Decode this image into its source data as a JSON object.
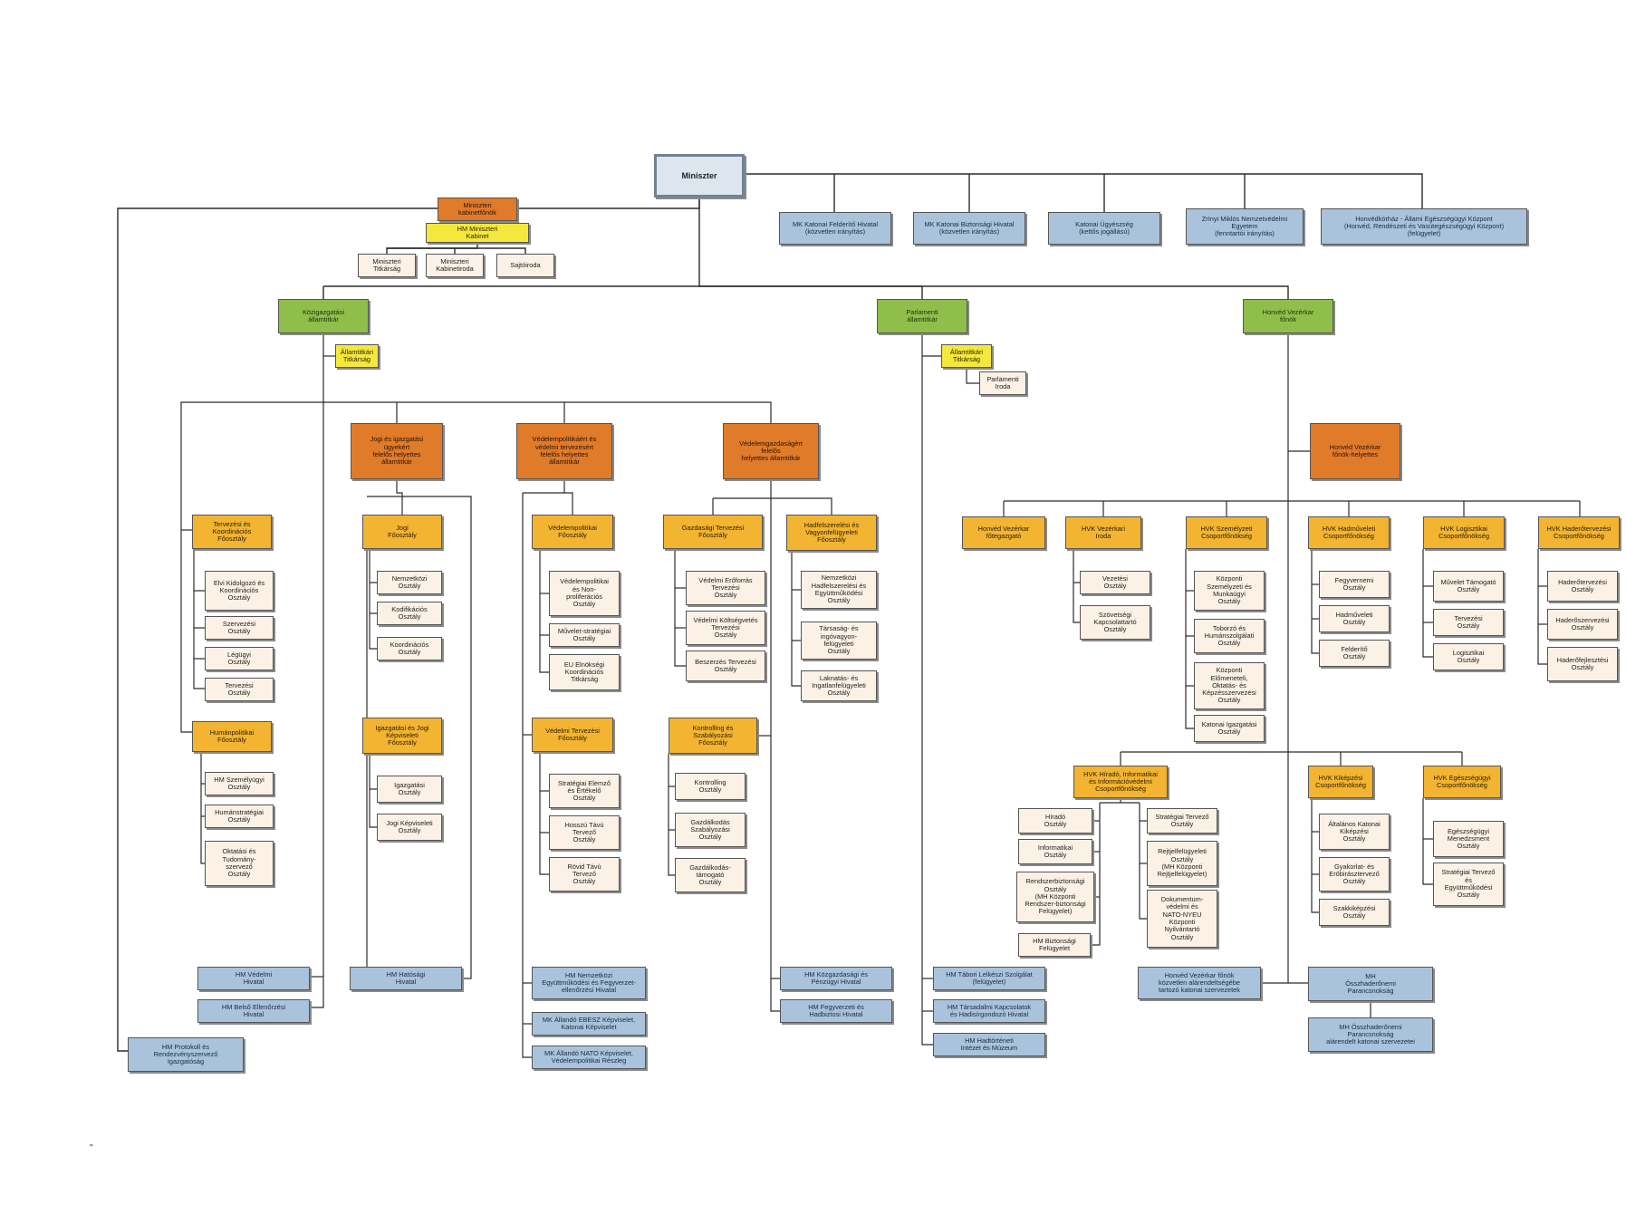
{
  "nodes": [
    {
      "id": "miniszter",
      "label": "Miniszter",
      "type": "top"
    },
    {
      "id": "kabinetfonok",
      "label": "Miniszteri\nkabinetfőnök",
      "type": "orange"
    },
    {
      "id": "hmkabinet",
      "label": "HM Miniszteri\nKabinet",
      "type": "yellow"
    },
    {
      "id": "mintitkarsag",
      "label": "Miniszteri\nTitkárság",
      "type": "light"
    },
    {
      "id": "minkabiroda",
      "label": "Miniszteri\nKabinetiroda",
      "type": "light"
    },
    {
      "id": "sajtoiroda",
      "label": "Sajtóiroda",
      "type": "light"
    },
    {
      "id": "mkkfh",
      "label": "MK Katonai Felderítő Hivatal\n(közvetlen irányítás)",
      "type": "blue"
    },
    {
      "id": "mkkbh",
      "label": "MK Katonai Biztonsági Hivatal\n(közvetlen irányítás)",
      "type": "blue"
    },
    {
      "id": "ugyeszseg",
      "label": "Katonai Ügyészség\n(kettős jogállású)",
      "type": "blue"
    },
    {
      "id": "zmne",
      "label": "Zrínyi Miklós Nemzetvédelmi\nEgyetem\n(fenntartói irányítás)",
      "type": "blue"
    },
    {
      "id": "honvedkorhaz",
      "label": "Honvédkórház - Állami Egészségügyi Központ\n(Honvéd, Rendészeti és Vasútegészségügyi Központ)\n(felügyelet)",
      "type": "blue"
    },
    {
      "id": "kozig",
      "label": "Közigazgatási\nállamtitkár",
      "type": "green"
    },
    {
      "id": "parl",
      "label": "Parlamenti\nállamtitkár",
      "type": "green"
    },
    {
      "id": "hvkf",
      "label": "Honvéd Vezérkar\nfőnök",
      "type": "green"
    },
    {
      "id": "kozig_titk",
      "label": "Államtitkári\nTitkárság",
      "type": "yellow"
    },
    {
      "id": "parl_titk",
      "label": "Államtitkári\nTitkárság",
      "type": "yellow"
    },
    {
      "id": "parl_iroda",
      "label": "Parlamenti\nIroda",
      "type": "light"
    },
    {
      "id": "jogi_hat",
      "label": "Jogi és igazgatási\nügyekért\nfelelős helyettes\nállamtitkár",
      "type": "orange"
    },
    {
      "id": "vedpol_hat",
      "label": "Védelempolitikáért és\nvédelmi tervezésért\nfelelős helyettes\nállamtitkár",
      "type": "orange"
    },
    {
      "id": "vedgazd_hat",
      "label": "Védelemgazdaságért\nfelelős\nhelyettes államtitkár",
      "type": "orange"
    },
    {
      "id": "hvkf_h",
      "label": "Honvéd Vezérkar\nfőnök-helyettes",
      "type": "orange"
    },
    {
      "id": "tervezesi_fo",
      "label": "Tervezési és\nKoordinációs\nFőosztály",
      "type": "gold"
    },
    {
      "id": "k1",
      "label": "Elvi Kidolgozó és\nKoordinációs\nOsztály",
      "type": "light"
    },
    {
      "id": "k2",
      "label": "Szervezési\nOsztály",
      "type": "light"
    },
    {
      "id": "k3",
      "label": "Légügyi\nOsztály",
      "type": "light"
    },
    {
      "id": "k4",
      "label": "Tervezési\nOsztály",
      "type": "light"
    },
    {
      "id": "human_fo",
      "label": "Humánpolitikai\nFőosztály",
      "type": "gold"
    },
    {
      "id": "h1",
      "label": "HM Személyügyi\nOsztály",
      "type": "light"
    },
    {
      "id": "h2",
      "label": "Humánstratégiai\nOsztály",
      "type": "light"
    },
    {
      "id": "h3",
      "label": "Oktatási és\nTudomány-\nszervező\nOsztály",
      "type": "light"
    },
    {
      "id": "jogi_fo",
      "label": "Jogi\nFőosztály",
      "type": "gold"
    },
    {
      "id": "j1",
      "label": "Nemzetközi\nOsztály",
      "type": "light"
    },
    {
      "id": "j2",
      "label": "Kodifikációs\nOsztály",
      "type": "light"
    },
    {
      "id": "j3",
      "label": "Koordinációs\nOsztály",
      "type": "light"
    },
    {
      "id": "igazg_fo",
      "label": "Igazgatási és Jogi\nKépviseleti\nFőosztály",
      "type": "gold"
    },
    {
      "id": "i1",
      "label": "Igazgatási\nOsztály",
      "type": "light"
    },
    {
      "id": "i2",
      "label": "Jogi Képviseleti\nOsztály",
      "type": "light"
    },
    {
      "id": "vedpol_fo",
      "label": "Védelempolitikai\nFőosztály",
      "type": "gold"
    },
    {
      "id": "v1",
      "label": "Védelempolitikai\nés Non-\nproliferációs\nOsztály",
      "type": "light"
    },
    {
      "id": "v2",
      "label": "Művelet-stratégiai\nOsztály",
      "type": "light"
    },
    {
      "id": "v3",
      "label": "EU Elnökségi\nKoordinációs\nTitkárság",
      "type": "light"
    },
    {
      "id": "vedterv_fo",
      "label": "Védelmi Tervezési\nFőosztály",
      "type": "gold"
    },
    {
      "id": "t1",
      "label": "Stratégiai Elemző\nés Értékelő\nOsztály",
      "type": "light"
    },
    {
      "id": "t2",
      "label": "Hosszú Távú\nTervező\nOsztály",
      "type": "light"
    },
    {
      "id": "t3",
      "label": "Rövid Távú\nTervező\nOsztály",
      "type": "light"
    },
    {
      "id": "gazd_fo",
      "label": "Gazdasági Tervezési\nFőosztály",
      "type": "gold"
    },
    {
      "id": "g1",
      "label": "Védelmi Erőforrás\nTervezési\nOsztály",
      "type": "light"
    },
    {
      "id": "g2",
      "label": "Védelmi Költségvetés\nTervezési\nOsztály",
      "type": "light"
    },
    {
      "id": "g3",
      "label": "Beszerzés Tervezési\nOsztály",
      "type": "light"
    },
    {
      "id": "kontr_fo",
      "label": "Kontrolling és\nSzabályozási\nFőosztály",
      "type": "gold"
    },
    {
      "id": "c1",
      "label": "Kontrolling\nOsztály",
      "type": "light"
    },
    {
      "id": "c2",
      "label": "Gazdálkodás\nSzabályozási\nOsztály",
      "type": "light"
    },
    {
      "id": "c3",
      "label": "Gazdálkodás-\ntámogató\nOsztály",
      "type": "light"
    },
    {
      "id": "hadfelsz_fo",
      "label": "Hadfelszerelési és\nVagyonfelügyeleti\nFőosztály",
      "type": "gold"
    },
    {
      "id": "f1",
      "label": "Nemzetközi\nHadfelszerelési és\nEgyüttműködési\nOsztály",
      "type": "light"
    },
    {
      "id": "f2",
      "label": "Társaság- és\ningóvagyon-\nfelügyeleti\nOsztály",
      "type": "light"
    },
    {
      "id": "f3",
      "label": "Laknatás- és\nIngatlanfelügyeleti\nOsztály",
      "type": "light"
    },
    {
      "id": "hv_tg",
      "label": "Honvéd Vezérkar\nfőtegazgató",
      "type": "gold"
    },
    {
      "id": "hvk_iroda",
      "label": "HVK Vezérkari\nIroda",
      "type": "gold"
    },
    {
      "id": "hvk_szem",
      "label": "HVK Személyzeti\nCsoportfőnökség",
      "type": "gold"
    },
    {
      "id": "hvk_hadm",
      "label": "HVK Hadműveleti\nCsoportfőnökség",
      "type": "gold"
    },
    {
      "id": "hvk_log",
      "label": "HVK Logisztikai\nCsoportfőnökség",
      "type": "gold"
    },
    {
      "id": "hvk_haderofejl",
      "label": "HVK Haderőtervezési\nCsoportfőnökség",
      "type": "gold"
    },
    {
      "id": "ir1",
      "label": "Vezetési\nOsztály",
      "type": "light"
    },
    {
      "id": "ir2",
      "label": "Szövetségi\nKapcsolattartó\nOsztály",
      "type": "light"
    },
    {
      "id": "sz1",
      "label": "Központi\nSzemélyzeti és\nMunkaügyi\nOsztály",
      "type": "light"
    },
    {
      "id": "sz2",
      "label": "Toborzó és\nHumánszolgálati\nOsztály",
      "type": "light"
    },
    {
      "id": "sz3",
      "label": "Központi\nElőmeneteli,\nOktatás- és\nKépzésszervezési\nOsztály",
      "type": "light"
    },
    {
      "id": "sz4",
      "label": "Katonai Igazgatási\nOsztály",
      "type": "light"
    },
    {
      "id": "hm1",
      "label": "Fegyvernemi\nOsztály",
      "type": "light"
    },
    {
      "id": "hm2",
      "label": "Hadműveleti\nOsztály",
      "type": "light"
    },
    {
      "id": "hm3",
      "label": "Felderítő\nOsztály",
      "type": "light"
    },
    {
      "id": "lo1",
      "label": "Művelet Támogató\nOsztály",
      "type": "light"
    },
    {
      "id": "lo2",
      "label": "Tervezési\nOsztály",
      "type": "light"
    },
    {
      "id": "lo3",
      "label": "Logisztikai\nOsztály",
      "type": "light"
    },
    {
      "id": "hf1",
      "label": "Haderőtervezési\nOsztály",
      "type": "light"
    },
    {
      "id": "hf2",
      "label": "Haderőszervezési\nOsztály",
      "type": "light"
    },
    {
      "id": "hf3",
      "label": "Haderőfejlesztési\nOsztály",
      "type": "light"
    },
    {
      "id": "hvk_hirado",
      "label": "HVK Híradó, Informatikai\nés Információvédelmi\nCsoportfőnökség",
      "type": "gold"
    },
    {
      "id": "hvk_kikepz",
      "label": "HVK Kiképzési\nCsoportfőnökség",
      "type": "gold"
    },
    {
      "id": "hvk_eu",
      "label": "HVK Egészségügyi\nCsoportfőnökség",
      "type": "gold"
    },
    {
      "id": "hi1",
      "label": "Híradó\nOsztály",
      "type": "light"
    },
    {
      "id": "hi2",
      "label": "Informatikai\nOsztály",
      "type": "light"
    },
    {
      "id": "hi3",
      "label": "Rendszerbiztonsági\nOsztály\n(MH Központi\nRendszer-biztonsági\nFelügyelet)",
      "type": "light"
    },
    {
      "id": "hi4",
      "label": "HM Biztonsági\nFelügyelet",
      "type": "light"
    },
    {
      "id": "hi5",
      "label": "Stratégiai Tervező\nOsztály",
      "type": "light"
    },
    {
      "id": "hi6",
      "label": "Rejtjelfelügyeleti\nOsztály\n(MH Központi\nRejtjelfelügyelet)",
      "type": "light"
    },
    {
      "id": "hi7",
      "label": "Dokumentum-\nvédelmi és\nNATO-NYEU\nKözponti\nNyilvántartó\nOsztály",
      "type": "light"
    },
    {
      "id": "ki1",
      "label": "Általános Katonai\nKiképzési\nOsztály",
      "type": "light"
    },
    {
      "id": "ki2",
      "label": "Gyakorlat- és\nErőbirásztervező\nOsztály",
      "type": "light"
    },
    {
      "id": "ki3",
      "label": "Szakkiképzési\nOsztály",
      "type": "light"
    },
    {
      "id": "eu1",
      "label": "Egészségügyi\nMenedzsment\nOsztály",
      "type": "light"
    },
    {
      "id": "eu2",
      "label": "Stratégiai Tervező\nés\nEgyüttműködési\nOsztály",
      "type": "light"
    },
    {
      "id": "b_vedelmi",
      "label": "HM Védelmi\nHivatal",
      "type": "blue"
    },
    {
      "id": "b_belso",
      "label": "HM Belső Ellenőrzési\nHivatal",
      "type": "blue"
    },
    {
      "id": "b_protokoll",
      "label": "HM Protokoll és\nRendezvényszervező\nIgazgatóság",
      "type": "blue"
    },
    {
      "id": "b_hatosagi",
      "label": "HM Hatósági\nHivatal",
      "type": "blue"
    },
    {
      "id": "b_nemzk",
      "label": "HM Nemzetközi\nEgyüttműködési és Fegyverzet-\nellenőrzési Hivatal",
      "type": "blue"
    },
    {
      "id": "b_ebesz",
      "label": "MK Állandó EBESZ Képviselet,\nKatonai Képviselet",
      "type": "blue"
    },
    {
      "id": "b_nato",
      "label": "MK Állandó NATO Képviselet,\nVédelempolitikai Részleg",
      "type": "blue"
    },
    {
      "id": "b_kozgazd",
      "label": "HM Közgazdasági és\nPénzügyi Hivatal",
      "type": "blue"
    },
    {
      "id": "b_fegyv",
      "label": "HM Fegyverzeti és\nHadbiztosi Hivatal",
      "type": "blue"
    },
    {
      "id": "b_tabori",
      "label": "HM Tábori Lelkészi Szolgálat\n(felügyelet)",
      "type": "blue"
    },
    {
      "id": "b_tarsad",
      "label": "HM Társadalmi Kapcsolatok\nés Hadisírgondozó Hivatal",
      "type": "blue"
    },
    {
      "id": "b_hadtort",
      "label": "HM Hadtörténeti\nIntézet és Múzeum",
      "type": "blue"
    },
    {
      "id": "b_hvkf_alarend",
      "label": "Honvéd Vezérkar főnök\nközvetlen alárendeltségébe\ntartozó katonai szervezetek",
      "type": "blue"
    },
    {
      "id": "b_mhop",
      "label": "MH\nÖsszhaderőnemi\nParancsnokság",
      "type": "blue"
    },
    {
      "id": "b_mhop_alarend",
      "label": "MH Összhaderőnemi\nParancsnokság\nalárendelt katonai szervezetei",
      "type": "blue"
    }
  ],
  "footnote": "\""
}
